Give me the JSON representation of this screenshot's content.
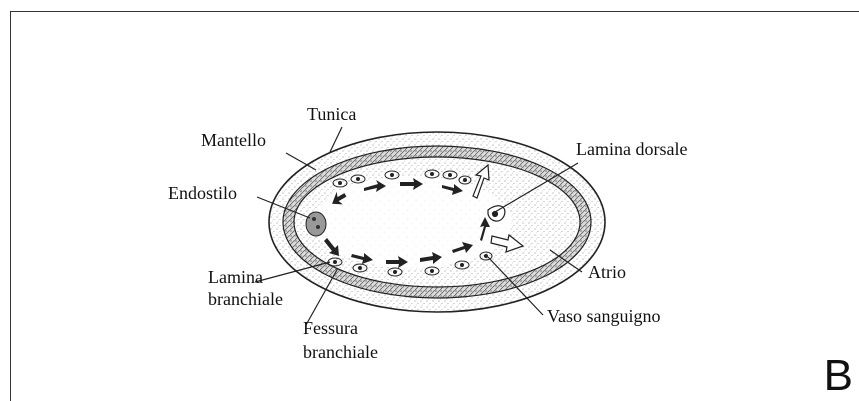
{
  "figure": {
    "panel_letter": "B",
    "labels": {
      "tunica": "Tunica",
      "mantello": "Mantello",
      "endostilo": "Endostilo",
      "lamina_branchiale_1": "Lamina",
      "lamina_branchiale_2": "branchiale",
      "fessura_branchiale_1": "Fessura",
      "fessura_branchiale_2": "branchiale",
      "lamina_dorsale": "Lamina dorsale",
      "atrio": "Atrio",
      "vaso_sanguigno": "Vaso sanguigno"
    }
  }
}
